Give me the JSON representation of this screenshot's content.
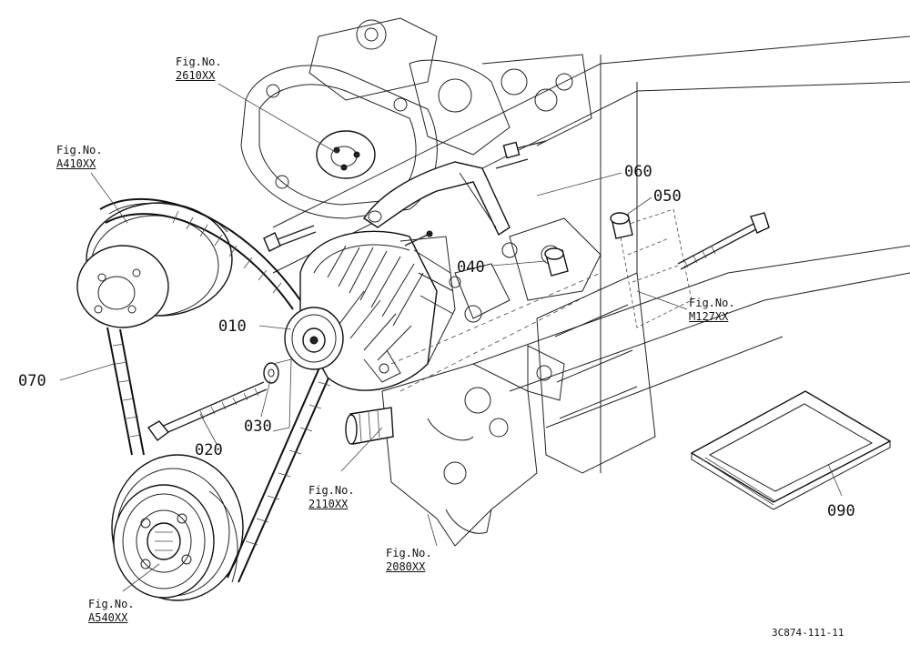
{
  "fig_refs": [
    {
      "prefix": "Fig.No.",
      "number": "2610XX"
    },
    {
      "prefix": "Fig.No.",
      "number": "A410XX"
    },
    {
      "prefix": "Fig.No.",
      "number": "M127XX"
    },
    {
      "prefix": "Fig.No.",
      "number": "2110XX"
    },
    {
      "prefix": "Fig.No.",
      "number": "2080XX"
    },
    {
      "prefix": "Fig.No.",
      "number": "A540XX"
    }
  ],
  "parts": [
    "010",
    "020",
    "030",
    "040",
    "050",
    "060",
    "070",
    "090"
  ],
  "drawing_code": "3C874-111-11"
}
